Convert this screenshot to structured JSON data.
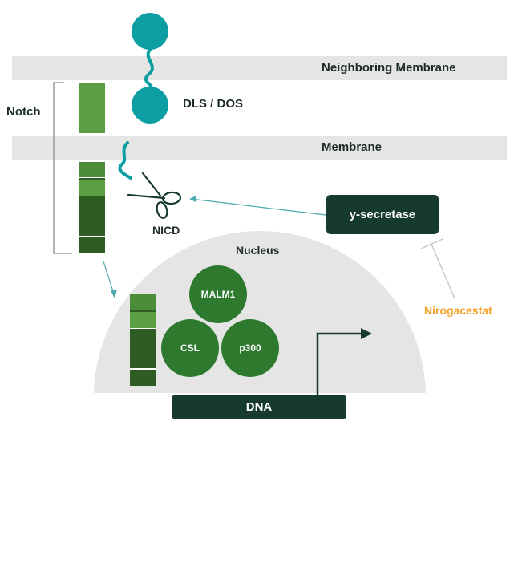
{
  "labels": {
    "neighboring_membrane": "Neighboring Membrane",
    "membrane": "Membrane",
    "notch": "Notch",
    "ligand": "DLS / DOS",
    "nicd": "NICD",
    "nucleus": "Nucleus",
    "gamma_secretase": "y-secretase",
    "inhibitor": "Nirogacestat",
    "dna": "DNA"
  },
  "complex": {
    "malm1": "MALM1",
    "csl": "CSL",
    "p300": "p300"
  },
  "colors": {
    "band": "#e5e5e5",
    "teal": "#0d9ea4",
    "dark_green": "#173a2e",
    "green": "#2d7a2f",
    "notch_light": "#5a9f42",
    "notch_mid": "#4b8d39",
    "notch_dark": "#2f5c22",
    "orange": "#f5a12a",
    "nucleus_bg": "#e5e5e5"
  }
}
